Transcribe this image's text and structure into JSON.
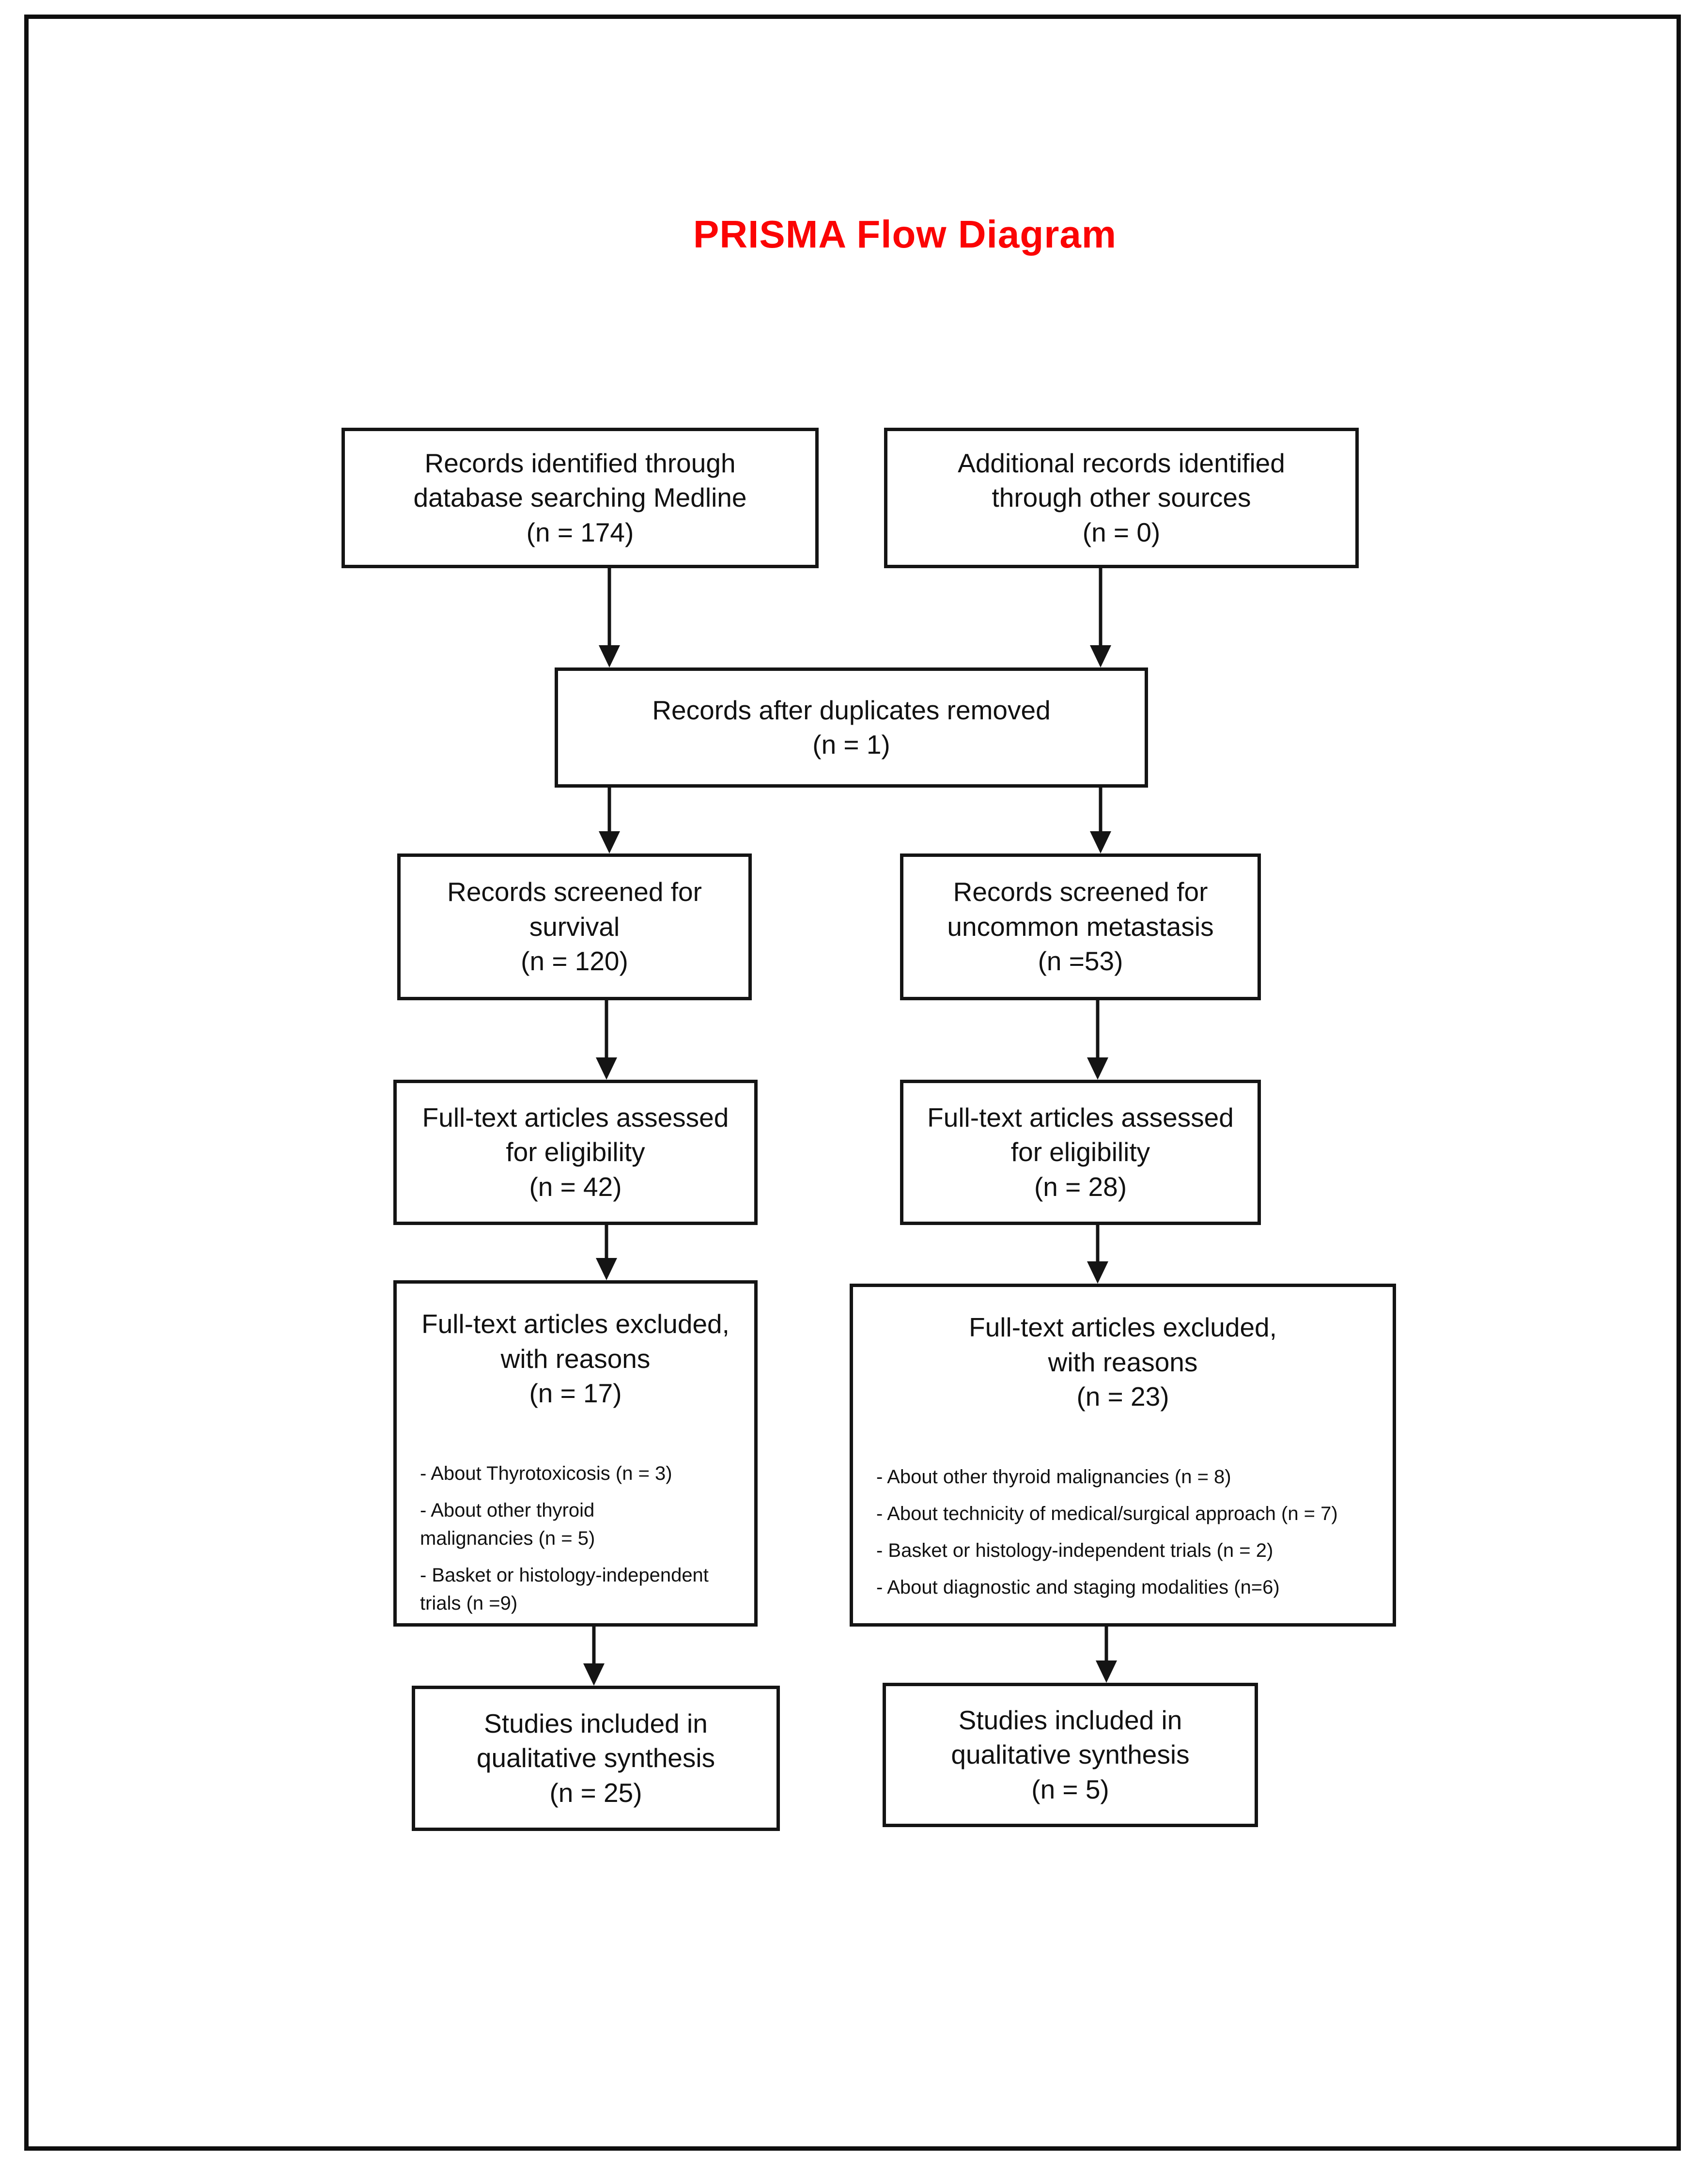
{
  "title": {
    "text": "PRISMA Flow Diagram",
    "color": "#FB0404"
  },
  "boxes": [
    {
      "name": "records-identified-database",
      "lines": [
        "Records identified through",
        "database searching Medline",
        "(n = 174)"
      ]
    },
    {
      "name": "records-identified-other",
      "lines": [
        "Additional records identified",
        "through other sources",
        "(n = 0)"
      ]
    },
    {
      "name": "records-after-duplicates",
      "lines": [
        "Records after duplicates removed",
        "(n = 1)"
      ]
    },
    {
      "name": "records-screened-survival",
      "lines": [
        "Records screened for",
        "survival",
        "(n = 120)"
      ]
    },
    {
      "name": "records-screened-metastasis",
      "lines": [
        "Records screened for",
        "uncommon metastasis",
        "(n =53)"
      ]
    },
    {
      "name": "fulltext-assessed-survival",
      "lines": [
        "Full-text articles assessed",
        "for eligibility",
        "(n = 42)"
      ]
    },
    {
      "name": "fulltext-assessed-metastasis",
      "lines": [
        "Full-text articles assessed",
        "for eligibility",
        "(n = 28)"
      ]
    },
    {
      "name": "fulltext-excluded-survival",
      "lines": [
        "Full-text articles excluded,",
        "with reasons",
        "(n = 17)"
      ],
      "bullets": [
        {
          "lines": [
            "- About Thyrotoxicosis (n = 3)"
          ]
        },
        {
          "lines": [
            "- About other thyroid",
            "malignancies (n = 5)"
          ]
        },
        {
          "lines": [
            "- Basket or histology-independent",
            "trials (n =9)"
          ]
        }
      ]
    },
    {
      "name": "fulltext-excluded-metastasis",
      "lines": [
        "Full-text articles excluded,",
        "with reasons",
        "(n = 23)"
      ],
      "bullets": [
        {
          "lines": [
            "- About other thyroid malignancies (n = 8)"
          ]
        },
        {
          "lines": [
            "- About technicity of medical/surgical approach (n = 7)"
          ]
        },
        {
          "lines": [
            "- Basket or histology-independent trials (n = 2)"
          ]
        },
        {
          "lines": [
            "- About diagnostic and staging modalities (n=6)"
          ]
        }
      ]
    },
    {
      "name": "studies-included-survival",
      "lines": [
        "Studies included in",
        "qualitative synthesis",
        "(n = 25)"
      ]
    },
    {
      "name": "studies-included-metastasis",
      "lines": [
        "Studies included in",
        "qualitative synthesis",
        "(n = 5)"
      ]
    }
  ]
}
